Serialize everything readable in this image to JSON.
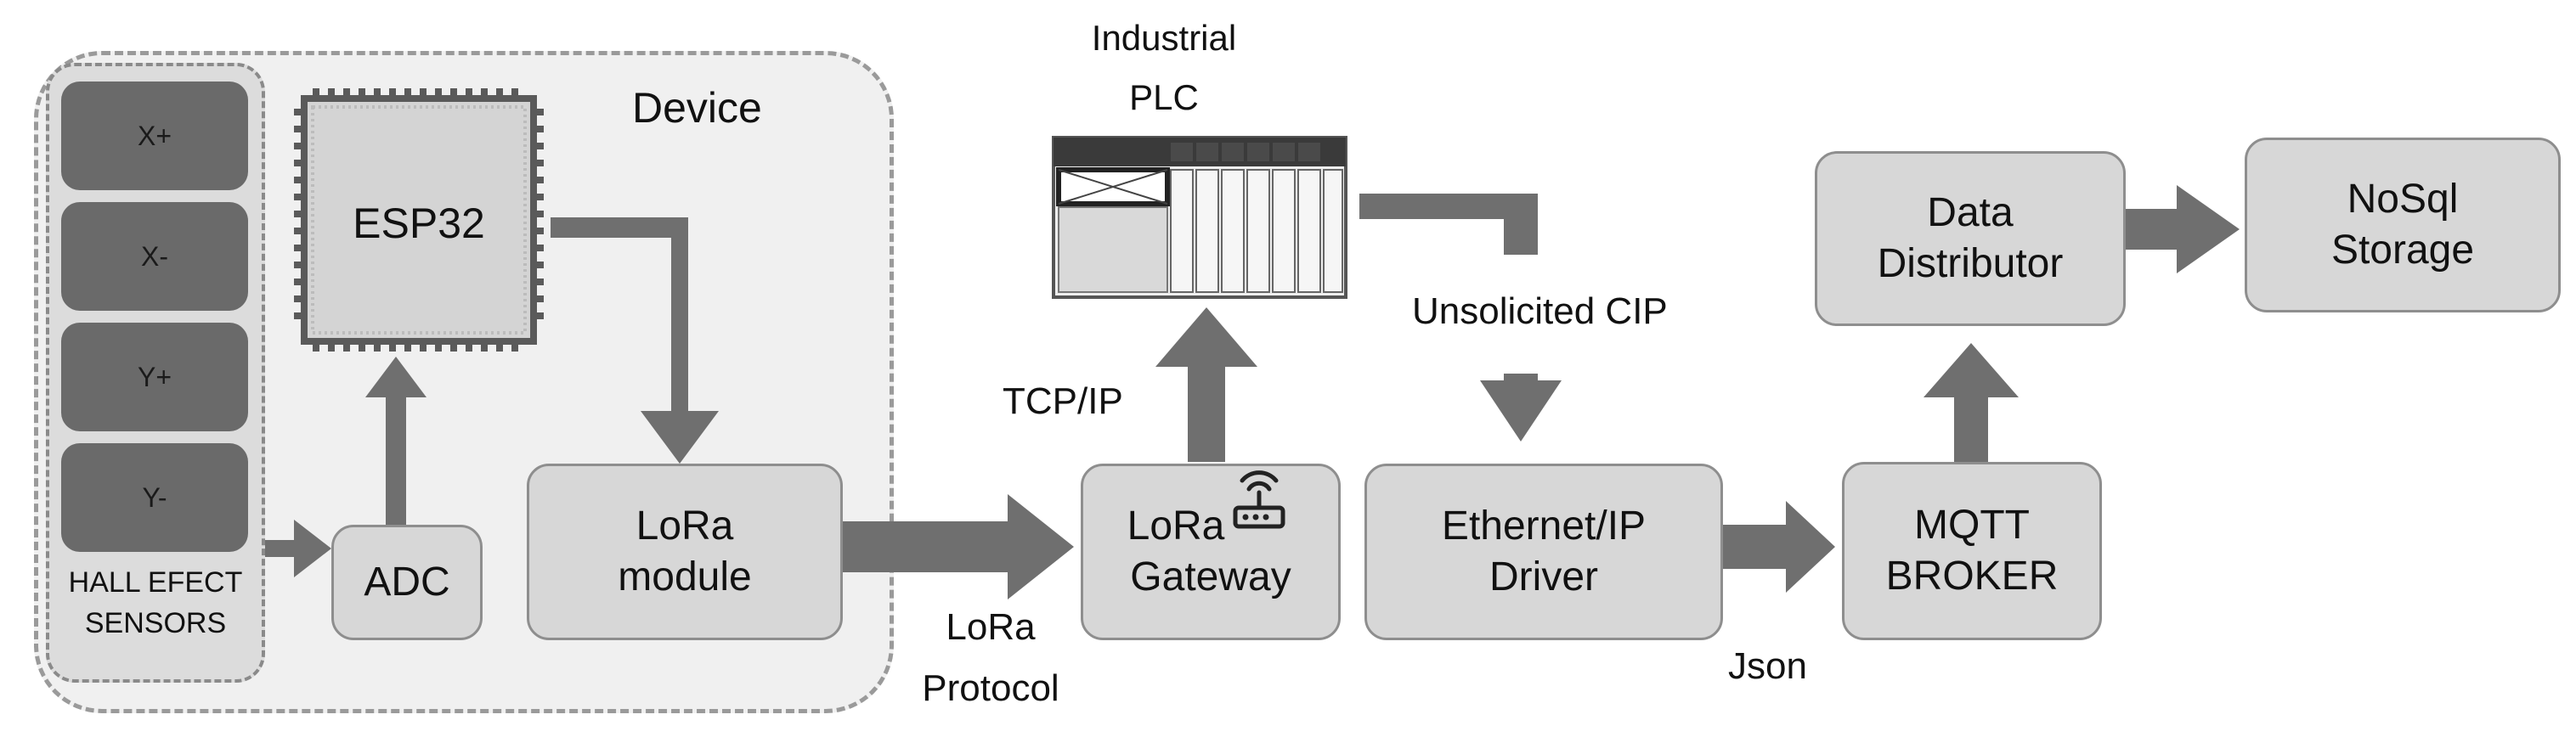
{
  "device": {
    "label": "Device"
  },
  "sensors": {
    "items": [
      "X+",
      "X-",
      "Y+",
      "Y-"
    ],
    "caption_line1": "HALL EFECT",
    "caption_line2": "SENSORS"
  },
  "esp32": {
    "label": "ESP32"
  },
  "adc": {
    "label": "ADC"
  },
  "lora_module": {
    "line1": "LoRa",
    "line2": "module"
  },
  "lora_gateway": {
    "line1": "LoRa",
    "line2": "Gateway",
    "icon": "router-icon"
  },
  "plc": {
    "line1": "Industrial",
    "line2": "PLC",
    "icon": "plc-rack-icon"
  },
  "ethernet_driver": {
    "line1": "Ethernet/IP",
    "line2": "Driver"
  },
  "mqtt_broker": {
    "line1": "MQTT",
    "line2": "BROKER"
  },
  "data_distributor": {
    "line1": "Data",
    "line2": "Distributor"
  },
  "nosql_storage": {
    "line1": "NoSql",
    "line2": "Storage"
  },
  "edge_labels": {
    "lora_protocol_line1": "LoRa",
    "lora_protocol_line2": "Protocol",
    "tcp_ip": "TCP/IP",
    "unsolicited_cip": "Unsolicited CIP",
    "json": "Json"
  },
  "colors": {
    "arrow": "#6f6f6f",
    "box_fill": "#d7d7d7",
    "box_border": "#8e8e8e",
    "sensor_fill": "#6a6a6a",
    "device_fill": "#f0f0f0"
  }
}
